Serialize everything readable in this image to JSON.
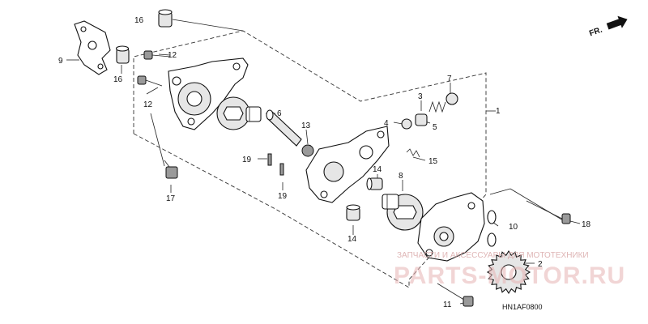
{
  "diagram": {
    "direction_label": "FR.",
    "drawing_code": "HN1AF0800",
    "callouts": {
      "c1": "1",
      "c2": "2",
      "c3": "3",
      "c4": "4",
      "c5": "5",
      "c6": "6",
      "c7": "7",
      "c8": "8",
      "c9": "9",
      "c10": "10",
      "c11": "11",
      "c12a": "12",
      "c12b": "12",
      "c13": "13",
      "c14a": "14",
      "c14b": "14",
      "c15": "15",
      "c16a": "16",
      "c16b": "16",
      "c17": "17",
      "c18": "18",
      "c19a": "19",
      "c19b": "19"
    }
  },
  "watermark": {
    "tagline": "ЗАПЧАСТИ И АКСЕССУАРЫ ДЛЯ МОТОТЕХНИКИ",
    "site": "PARTS-MOTOR.RU"
  }
}
